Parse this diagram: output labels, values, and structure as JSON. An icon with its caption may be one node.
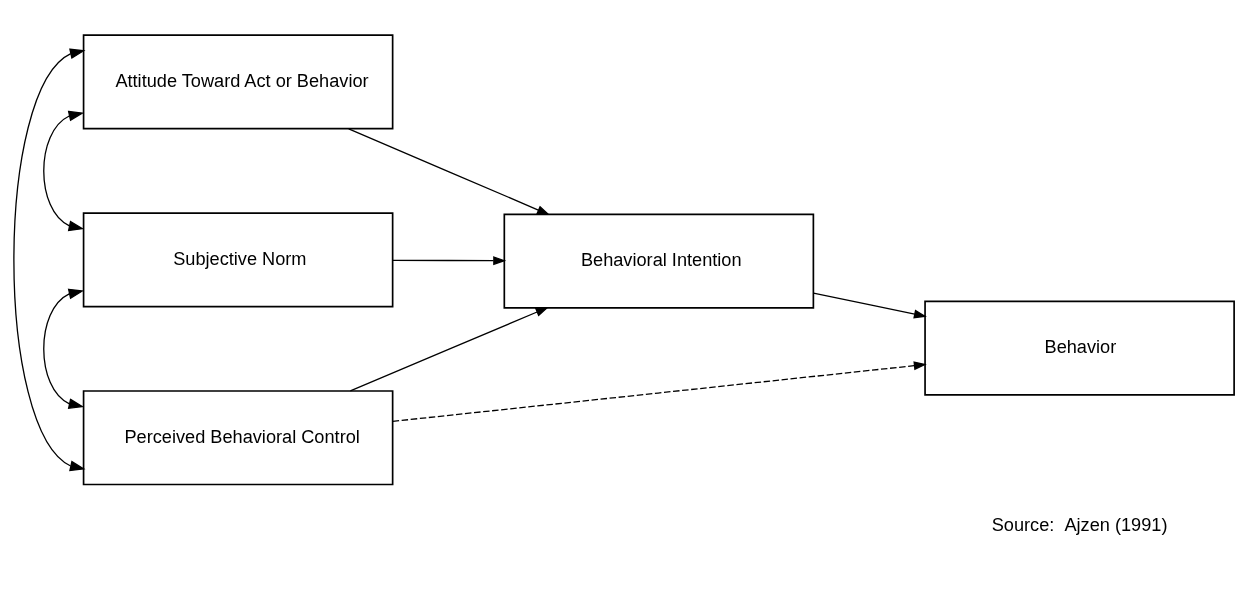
{
  "diagram": {
    "nodes": [
      {
        "text": [
          "Attitude Toward Act or Behavior"
        ]
      },
      {
        "text": [
          "Subjective Norm"
        ]
      },
      {
        "text": [
          "Perceived Behavioral Control"
        ]
      },
      {
        "text": [
          "Behavioral Intention"
        ]
      },
      {
        "text": [
          "Behavior"
        ]
      }
    ],
    "edges": [
      {
        "from": 0,
        "to": 1,
        "arrow": "both"
      },
      {
        "from": 1,
        "to": 2,
        "arrow": "both"
      },
      {
        "from": 0,
        "to": 2,
        "arrow": "both"
      },
      {
        "from": 0,
        "to": 3,
        "arrow": "to"
      },
      {
        "from": 1,
        "to": 3,
        "arrow": "to"
      },
      {
        "from": 2,
        "to": 3,
        "arrow": "to"
      },
      {
        "from": 3,
        "to": 4,
        "arrow": "to"
      },
      {
        "from": 2,
        "to": 4,
        "arrow": "to",
        "style": "dashed"
      }
    ],
    "labels": [
      "Source:  Ajzen (1991)"
    ]
  }
}
